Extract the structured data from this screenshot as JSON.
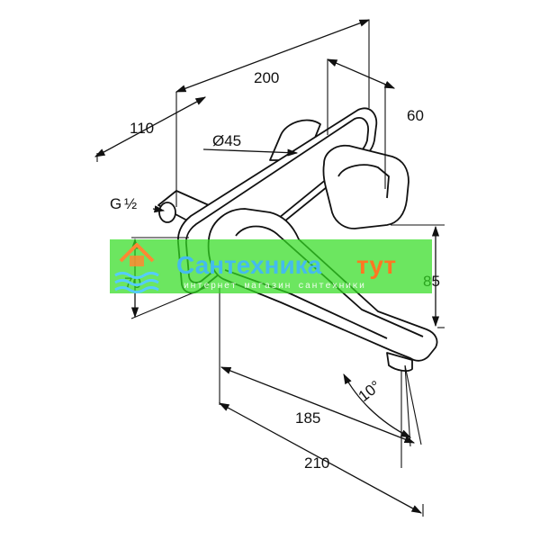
{
  "dimensions": {
    "d200": "200",
    "d60": "60",
    "d110": "110",
    "d45": "Ø45",
    "thread_g": "G",
    "thread_frac": "½",
    "d70": "70",
    "d85": "85",
    "d185": "185",
    "d210": "210",
    "angle": "10°"
  },
  "watermark": {
    "title_main": "Сантехника",
    "title_accent": "тут",
    "subtitle": "интернет магазин сантехники",
    "colors": {
      "band": "#33dd22",
      "title": "#44bbee",
      "accent": "#ff7722",
      "house": "#ff8833",
      "waves": "#55ccff"
    }
  }
}
